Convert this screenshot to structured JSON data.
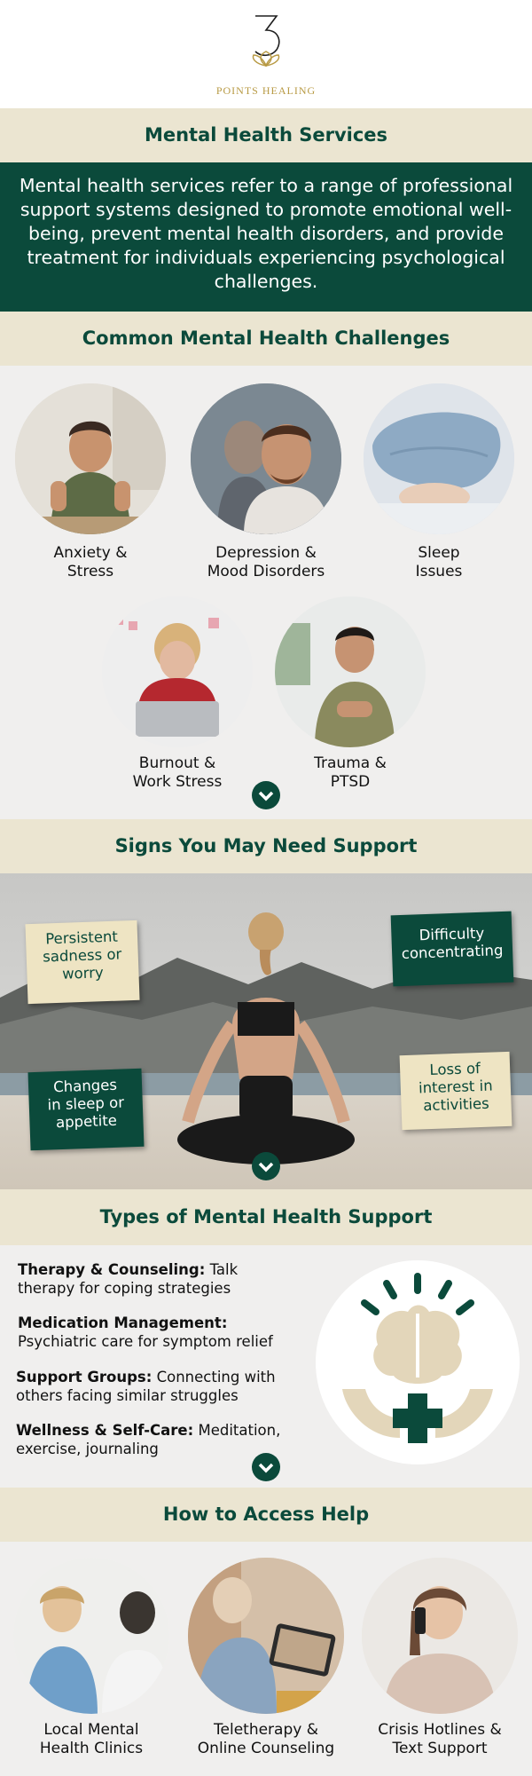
{
  "brand": {
    "logo_text": "POINTS HEALING"
  },
  "header": {
    "title": "Mental Health Services"
  },
  "intro": {
    "text": "Mental health services refer to a range of professional support systems designed to promote emotional well-being, prevent mental health disorders, and provide treatment for individuals experiencing psychological challenges."
  },
  "challenges": {
    "title": "Common Mental Health Challenges",
    "items": [
      {
        "label_line1": "Anxiety &",
        "label_line2": "Stress"
      },
      {
        "label_line1": "Depression &",
        "label_line2": "Mood Disorders"
      },
      {
        "label_line1": "Sleep",
        "label_line2": "Issues"
      },
      {
        "label_line1": "Burnout &",
        "label_line2": "Work Stress"
      },
      {
        "label_line1": "Trauma &",
        "label_line2": "PTSD"
      }
    ]
  },
  "signs": {
    "title": "Signs You May Need Support",
    "notes": [
      {
        "l1": "Persistent",
        "l2": "sadness or",
        "l3": "worry"
      },
      {
        "l1": "Difficulty",
        "l2": "concentrating"
      },
      {
        "l1": "Changes",
        "l2": "in sleep or",
        "l3": "appetite"
      },
      {
        "l1": "Loss of",
        "l2": "interest in",
        "l3": "activities"
      }
    ]
  },
  "types": {
    "title": "Types of Mental Health Support",
    "items": [
      {
        "label": "Therapy & Counseling:",
        "desc_a": "Talk",
        "desc_b": "therapy for coping strategies"
      },
      {
        "label": "Medication Management:",
        "desc_a": "",
        "desc_b": "Psychiatric care for symptom relief"
      },
      {
        "label": "Support Groups:",
        "desc_a": "Connecting with",
        "desc_b": "others facing similar struggles"
      },
      {
        "label": "Wellness & Self-Care:",
        "desc_a": "Meditation,",
        "desc_b": "exercise, journaling"
      }
    ]
  },
  "access": {
    "title": "How to Access Help",
    "items": [
      {
        "label_line1": "Local Mental",
        "label_line2": "Health Clinics"
      },
      {
        "label_line1": "Teletherapy &",
        "label_line2": "Online Counseling"
      },
      {
        "label_line1": "Crisis Hotlines &",
        "label_line2": "Text Support"
      }
    ]
  },
  "colors": {
    "primary": "#0b4a3b",
    "beige": "#ebe5d1",
    "gold": "#b89a44",
    "background": "#f0efee"
  }
}
